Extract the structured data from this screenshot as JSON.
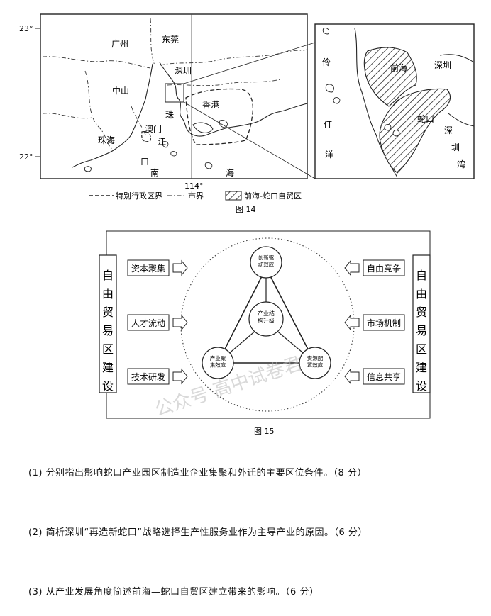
{
  "figure14": {
    "caption": "图 14",
    "lat_top": "23°",
    "lat_bottom": "22°",
    "lon": "114°",
    "places": {
      "guangzhou": "广州",
      "dongguan": "东莞",
      "shenzhen": "深圳",
      "zhongshan": "中山",
      "hongkong": "香港",
      "zhu": "珠",
      "jiang": "江",
      "macau": "澳门",
      "zhuhai": "珠海",
      "kou": "口",
      "nan": "南",
      "hai": "海"
    },
    "inset": {
      "ling": "伶",
      "ding": "仃",
      "yang": "洋",
      "qianhai": "前海",
      "shenzhen": "深圳",
      "shekou": "蛇口",
      "shen": "深",
      "zhen": "圳",
      "wan": "湾"
    },
    "legend": {
      "sar_boundary": "特别行政区界",
      "city_boundary": "市界",
      "ftz": "前海-蛇口自贸区"
    }
  },
  "figure15": {
    "caption": "图 15",
    "left_title": "自由贸易区建设",
    "right_title": "自由贸易区建设",
    "left_items": [
      "资本聚集",
      "人才流动",
      "技术研发"
    ],
    "right_items": [
      "自由竞争",
      "市场机制",
      "信息共享"
    ],
    "nodes": {
      "top": "创新驱动效应",
      "center": "产业结构升级",
      "bottom_left": "产业聚集效应",
      "bottom_right": "资源配置效应"
    }
  },
  "watermark": "公众号  高中试卷君",
  "questions": [
    "(1) 分别指出影响蛇口产业园区制造业企业集聚和外迁的主要区位条件。（8 分）",
    "(2) 简析深圳“再造新蛇口”战略选择生产性服务业作为主导产业的原因。（6 分）",
    "(3) 从产业发展角度简述前海—蛇口自贸区建立带来的影响。（6 分）"
  ]
}
